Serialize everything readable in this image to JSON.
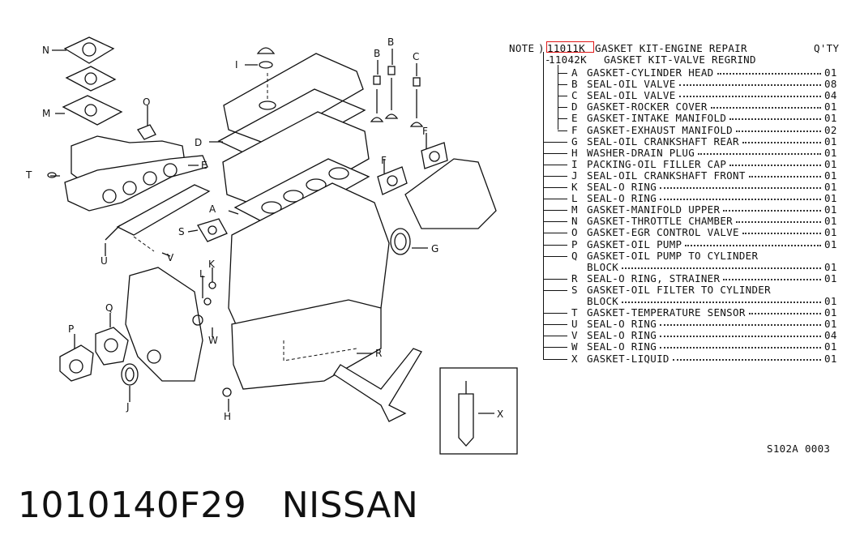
{
  "list": {
    "note_label": "NOTE",
    "kit_code": "11011K",
    "kit_title": "GASKET KIT-ENGINE REPAIR",
    "qty_header": "Q'TY",
    "subkit_code": "11042K",
    "subkit_title": "GASKET KIT-VALVE REGRIND",
    "items": [
      {
        "code": "A",
        "desc": "GASKET-CYLINDER HEAD",
        "qty": "01"
      },
      {
        "code": "B",
        "desc": "SEAL-OIL VALVE",
        "qty": "08"
      },
      {
        "code": "C",
        "desc": "SEAL-OIL VALVE",
        "qty": "04"
      },
      {
        "code": "D",
        "desc": "GASKET-ROCKER COVER",
        "qty": "01"
      },
      {
        "code": "E",
        "desc": "GASKET-INTAKE MANIFOLD",
        "qty": "01"
      },
      {
        "code": "F",
        "desc": "GASKET-EXHAUST MANIFOLD",
        "qty": "02"
      },
      {
        "code": "G",
        "desc": "SEAL-OIL CRANKSHAFT REAR",
        "qty": "01"
      },
      {
        "code": "H",
        "desc": "WASHER-DRAIN PLUG",
        "qty": "01"
      },
      {
        "code": "I",
        "desc": "PACKING-OIL FILLER CAP",
        "qty": "01"
      },
      {
        "code": "J",
        "desc": "SEAL-OIL CRANKSHAFT FRONT",
        "qty": "01"
      },
      {
        "code": "K",
        "desc": "SEAL-O RING",
        "qty": "01"
      },
      {
        "code": "L",
        "desc": "SEAL-O RING",
        "qty": "01"
      },
      {
        "code": "M",
        "desc": "GASKET-MANIFOLD UPPER",
        "qty": "01"
      },
      {
        "code": "N",
        "desc": "GASKET-THROTTLE CHAMBER",
        "qty": "01"
      },
      {
        "code": "O",
        "desc": "GASKET-EGR CONTROL VALVE",
        "qty": "01"
      },
      {
        "code": "P",
        "desc": "GASKET-OIL PUMP",
        "qty": "01"
      },
      {
        "code": "Q",
        "desc": "GASKET-OIL PUMP TO CYLINDER",
        "qty": ""
      },
      {
        "code": "",
        "desc": "BLOCK",
        "qty": "01"
      },
      {
        "code": "R",
        "desc": "SEAL-O RING, STRAINER",
        "qty": "01"
      },
      {
        "code": "S",
        "desc": "GASKET-OIL FILTER TO CYLINDER",
        "qty": ""
      },
      {
        "code": "",
        "desc": "BLOCK",
        "qty": "01"
      },
      {
        "code": "T",
        "desc": "GASKET-TEMPERATURE SENSOR",
        "qty": "01"
      },
      {
        "code": "U",
        "desc": "SEAL-O RING",
        "qty": "01"
      },
      {
        "code": "V",
        "desc": "SEAL-O RING",
        "qty": "04"
      },
      {
        "code": "W",
        "desc": "SEAL-O RING",
        "qty": "01"
      },
      {
        "code": "X",
        "desc": "GASKET-LIQUID",
        "qty": "01"
      }
    ]
  },
  "diagram": {
    "callouts": [
      "A",
      "B",
      "B",
      "C",
      "D",
      "E",
      "F",
      "F",
      "G",
      "H",
      "I",
      "J",
      "K",
      "L",
      "M",
      "N",
      "O",
      "P",
      "Q",
      "R",
      "S",
      "T",
      "U",
      "V",
      "W",
      "X"
    ]
  },
  "reference_code": "S102A 0003",
  "caption": "1010140F29   NISSAN",
  "colors": {
    "highlight": "#e01818",
    "ink": "#111111",
    "background": "#ffffff"
  }
}
